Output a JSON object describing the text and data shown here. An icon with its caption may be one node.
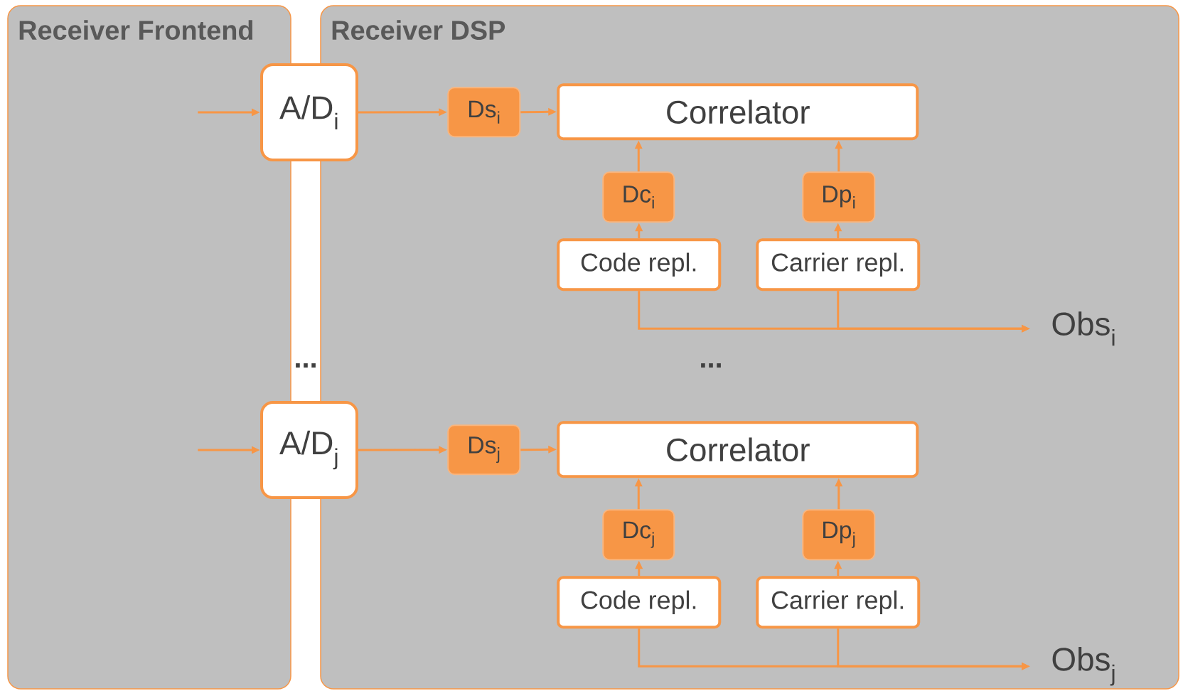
{
  "diagram": {
    "nodes": [
      {
        "text": [
          "Receiver Frontend"
        ]
      },
      {
        "text": [
          "Receiver DSP"
        ]
      },
      {
        "text": [
          "A/D$_{i}$"
        ]
      },
      {
        "text": [
          "Ds$_{i}$"
        ],
        "in": 1
      },
      {
        "text": [
          "Correlator"
        ],
        "in": 1
      },
      {
        "text": [
          "Dc$_{i}$"
        ],
        "in": 1
      },
      {
        "text": [
          "Dp$_{i}$"
        ],
        "in": 1
      },
      {
        "text": [
          "Code repl."
        ],
        "in": 1
      },
      {
        "text": [
          "Carrier repl."
        ],
        "in": 1
      },
      {
        "text": [
          "Obs$_{i}$"
        ],
        "in": 1
      },
      {
        "text": [
          "A/D$_{j}$"
        ]
      },
      {
        "text": [
          "Ds$_{j}$"
        ],
        "in": 1
      },
      {
        "text": [
          "Correlator"
        ],
        "in": 1
      },
      {
        "text": [
          "Dc$_{j}$"
        ],
        "in": 1
      },
      {
        "text": [
          "Dp$_{j}$"
        ],
        "in": 1
      },
      {
        "text": [
          "Code repl."
        ],
        "in": 1
      },
      {
        "text": [
          "Carrier repl."
        ],
        "in": 1
      },
      {
        "text": [
          "Obs$_{j}$"
        ],
        "in": 1
      }
    ],
    "edges": [
      {
        "from": 0,
        "to": 2,
        "arrow": "to"
      },
      {
        "from": 2,
        "to": 3,
        "arrow": "to"
      },
      {
        "from": 3,
        "to": 4,
        "arrow": "to"
      },
      {
        "from": 5,
        "to": 4,
        "arrow": "to"
      },
      {
        "from": 6,
        "to": 4,
        "arrow": "to"
      },
      {
        "from": 7,
        "to": 5,
        "arrow": "to"
      },
      {
        "from": 8,
        "to": 6,
        "arrow": "to"
      },
      {
        "from": 7,
        "to": 9,
        "arrow": "to"
      },
      {
        "from": 8,
        "to": 9,
        "arrow": "to"
      },
      {
        "from": 0,
        "to": 10,
        "arrow": "to"
      },
      {
        "from": 10,
        "to": 11,
        "arrow": "to"
      },
      {
        "from": 11,
        "to": 12,
        "arrow": "to"
      },
      {
        "from": 13,
        "to": 12,
        "arrow": "to"
      },
      {
        "from": 14,
        "to": 12,
        "arrow": "to"
      },
      {
        "from": 15,
        "to": 13,
        "arrow": "to"
      },
      {
        "from": 16,
        "to": 14,
        "arrow": "to"
      },
      {
        "from": 15,
        "to": 17,
        "arrow": "to"
      },
      {
        "from": 16,
        "to": 17,
        "arrow": "to"
      }
    ],
    "labels": [
      "...",
      "..."
    ]
  }
}
